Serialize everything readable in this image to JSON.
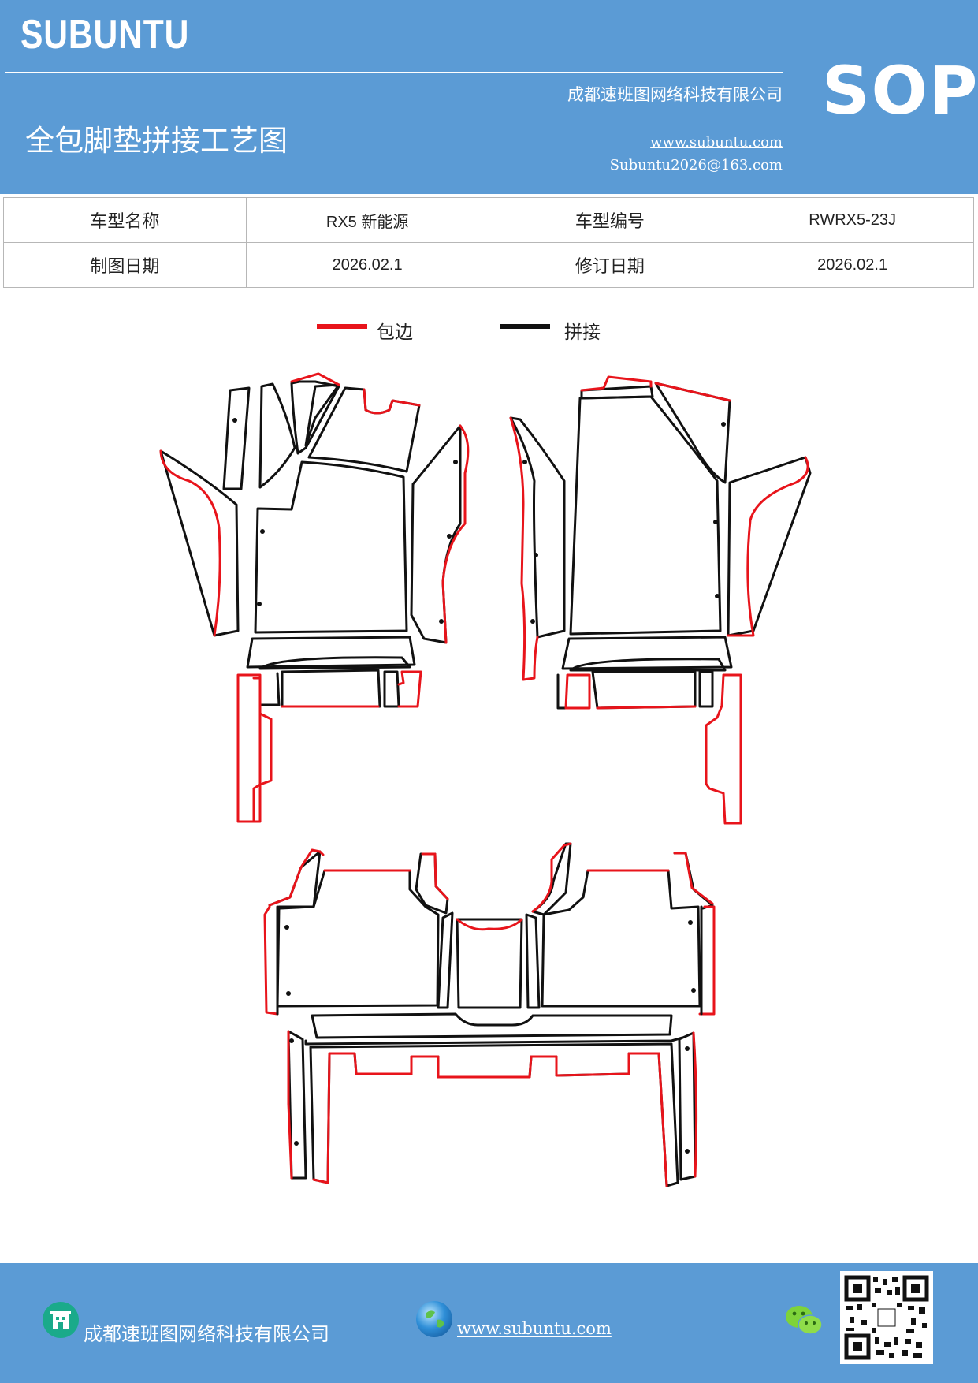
{
  "header": {
    "brand": "SUBUNTU",
    "doc_type": "SOP",
    "company": "成都速班图网络科技有限公司",
    "title": "全包脚垫拼接工艺图",
    "website": "www.subuntu.com",
    "email": "Subuntu2026@163.com"
  },
  "info_table": {
    "model_name_label": "车型名称",
    "model_name_value": "RX5  新能源",
    "model_code_label": "车型编号",
    "model_code_value": "RWRX5-23J",
    "draw_date_label": "制图日期",
    "draw_date_value": "2026.02.1",
    "revise_date_label": "修订日期",
    "revise_date_value": "2026.02.1"
  },
  "legend": {
    "edge_label": "包边",
    "edge_color": "#e8141b",
    "splice_label": "拼接",
    "splice_color": "#111111"
  },
  "footer": {
    "company": "成都速班图网络科技有限公司",
    "website": "www.subuntu.com",
    "icons": [
      "building-icon",
      "globe-icon",
      "wechat-icon",
      "qr-code"
    ]
  },
  "colors": {
    "brand_blue": "#5b9bd5"
  }
}
